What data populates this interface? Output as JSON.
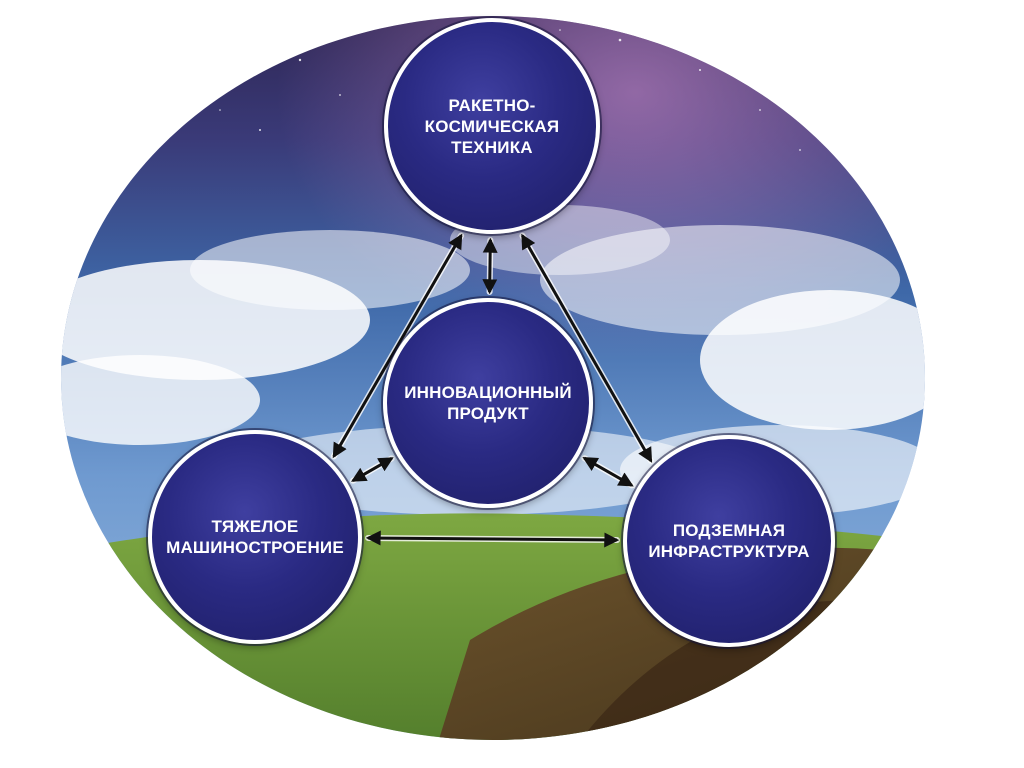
{
  "nodes": {
    "rocket": {
      "label": "РАКЕТНО-\nКОСМИЧЕСКАЯ\nТЕХНИКА"
    },
    "center": {
      "label": "ИННОВАЦИОННЫЙ\nПРОДУКТ"
    },
    "heavy": {
      "label": "ТЯЖЕЛОЕ\nМАШИНОСТРОЕНИЕ"
    },
    "underground": {
      "label": "ПОДЗЕМНАЯ\nИНФРАСТРУКТУРА"
    }
  },
  "connections": [
    {
      "from": "rocket",
      "to": "center",
      "bidirectional": true
    },
    {
      "from": "rocket",
      "to": "heavy",
      "bidirectional": true
    },
    {
      "from": "rocket",
      "to": "underground",
      "bidirectional": true
    },
    {
      "from": "center",
      "to": "heavy",
      "bidirectional": true
    },
    {
      "from": "center",
      "to": "underground",
      "bidirectional": true
    },
    {
      "from": "heavy",
      "to": "underground",
      "bidirectional": true
    }
  ],
  "colors": {
    "node_fill": "#2a2a83",
    "node_border": "#ffffff",
    "arrow": "#111111",
    "sky_top": "#3a2f5a",
    "sky_mid": "#3f6fb0",
    "grass": "#6f9a3a",
    "soil": "#5a3b22"
  }
}
